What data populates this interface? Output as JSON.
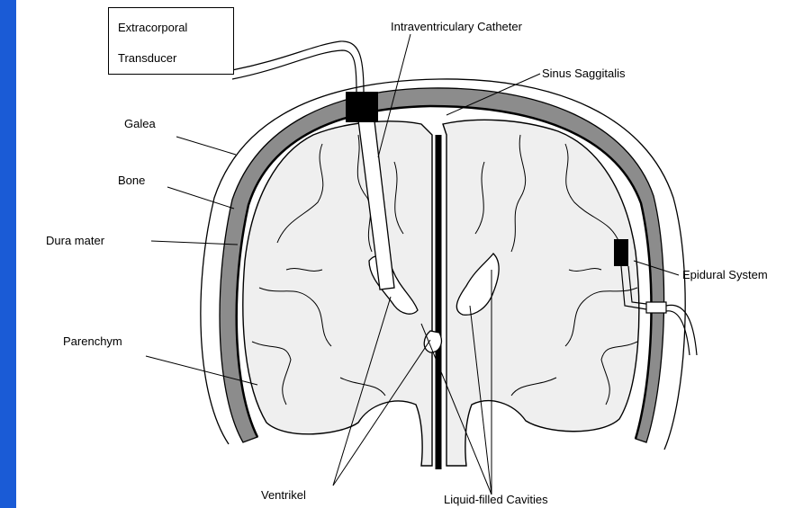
{
  "colors": {
    "frame": "#1a5bd6",
    "bone": "#8c8c8c",
    "brain": "#efefef",
    "line": "#000000"
  },
  "labels": {
    "transducer_line1": "Extracorporal",
    "transducer_line2": "Transducer",
    "catheter": "Intraventriculary Catheter",
    "sinus": "Sinus Saggitalis",
    "galea": "Galea",
    "bone": "Bone",
    "dura": "Dura mater",
    "epidural": "Epidural System",
    "parenchym": "Parenchym",
    "ventrikel": "Ventrikel",
    "cavities": "Liquid-filled Cavities"
  }
}
